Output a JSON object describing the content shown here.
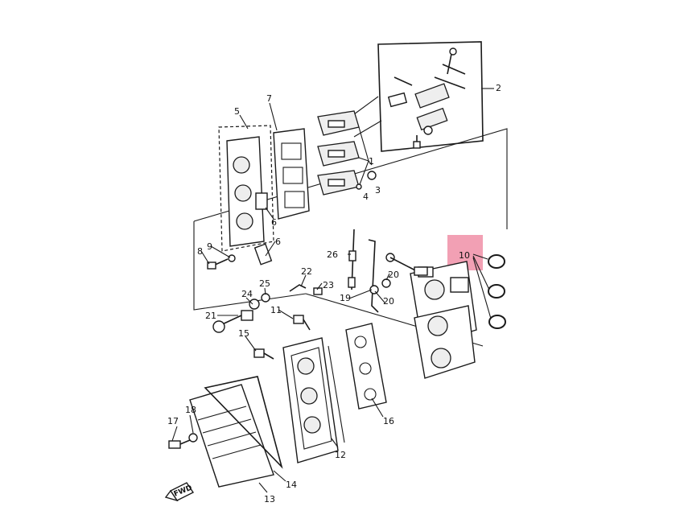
{
  "highlight_color": "#f2a0b4",
  "callouts": [
    {
      "id": "c1",
      "text": "1"
    },
    {
      "id": "c2",
      "text": "2"
    },
    {
      "id": "c3",
      "text": "3"
    },
    {
      "id": "c4",
      "text": "4"
    },
    {
      "id": "c5",
      "text": "5"
    },
    {
      "id": "c6a",
      "text": "6"
    },
    {
      "id": "c6b",
      "text": "6"
    },
    {
      "id": "c7",
      "text": "7"
    },
    {
      "id": "c8",
      "text": "8"
    },
    {
      "id": "c9",
      "text": "9"
    },
    {
      "id": "c10",
      "text": "10"
    },
    {
      "id": "c11",
      "text": "11"
    },
    {
      "id": "c12",
      "text": "12"
    },
    {
      "id": "c13",
      "text": "13"
    },
    {
      "id": "c14",
      "text": "14"
    },
    {
      "id": "c15",
      "text": "15"
    },
    {
      "id": "c16",
      "text": "16"
    },
    {
      "id": "c17",
      "text": "17"
    },
    {
      "id": "c18",
      "text": "18"
    },
    {
      "id": "c19",
      "text": "19"
    },
    {
      "id": "c20a",
      "text": "20"
    },
    {
      "id": "c20b",
      "text": "20"
    },
    {
      "id": "c21",
      "text": "21"
    },
    {
      "id": "c22",
      "text": "22"
    },
    {
      "id": "c23",
      "text": "23"
    },
    {
      "id": "c24",
      "text": "24"
    },
    {
      "id": "c25",
      "text": "25"
    },
    {
      "id": "c26",
      "text": "26"
    }
  ],
  "fwd_label": "FWD"
}
